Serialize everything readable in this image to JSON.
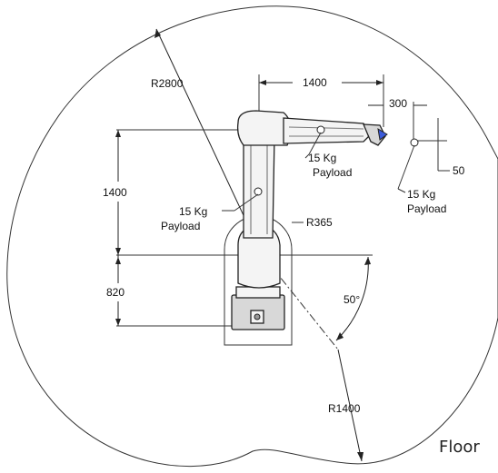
{
  "dimensions": {
    "reach_large": "R2800",
    "arm_length": "1400",
    "wrist_offset": "300",
    "wrist_drop": "50",
    "upper_height": "1400",
    "base_height": "820",
    "base_radius": "R365",
    "reach_small": "R1400",
    "angle": "50°"
  },
  "payloads": [
    {
      "line1": "15 Kg",
      "line2": "Payload"
    },
    {
      "line1": "15 Kg",
      "line2": "Payload"
    },
    {
      "line1": "15 Kg",
      "line2": "Payload"
    }
  ],
  "floor_label": "Floor"
}
